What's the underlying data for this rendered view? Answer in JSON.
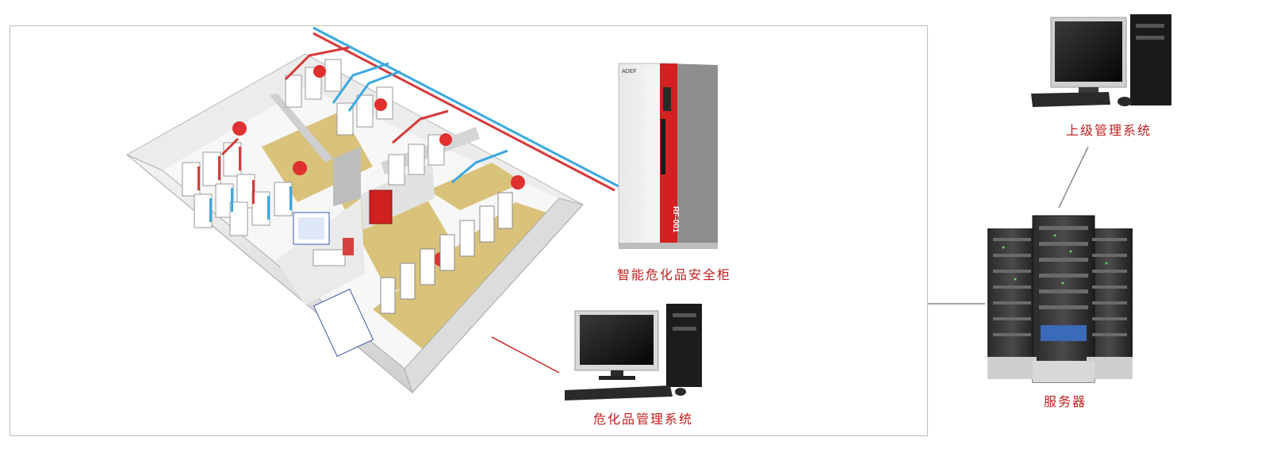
{
  "labels": {
    "cabinet": "智能危化品安全柜",
    "management": "危化品管理系统",
    "upper": "上级管理系统",
    "server": "服务器"
  },
  "cabinet_badge": "RF-001",
  "cabinet_logo": "ADEF",
  "colors": {
    "accent_red": "#c41e1e",
    "pipe_blue": "#3aa8e0",
    "floor": "#d9c27a"
  }
}
